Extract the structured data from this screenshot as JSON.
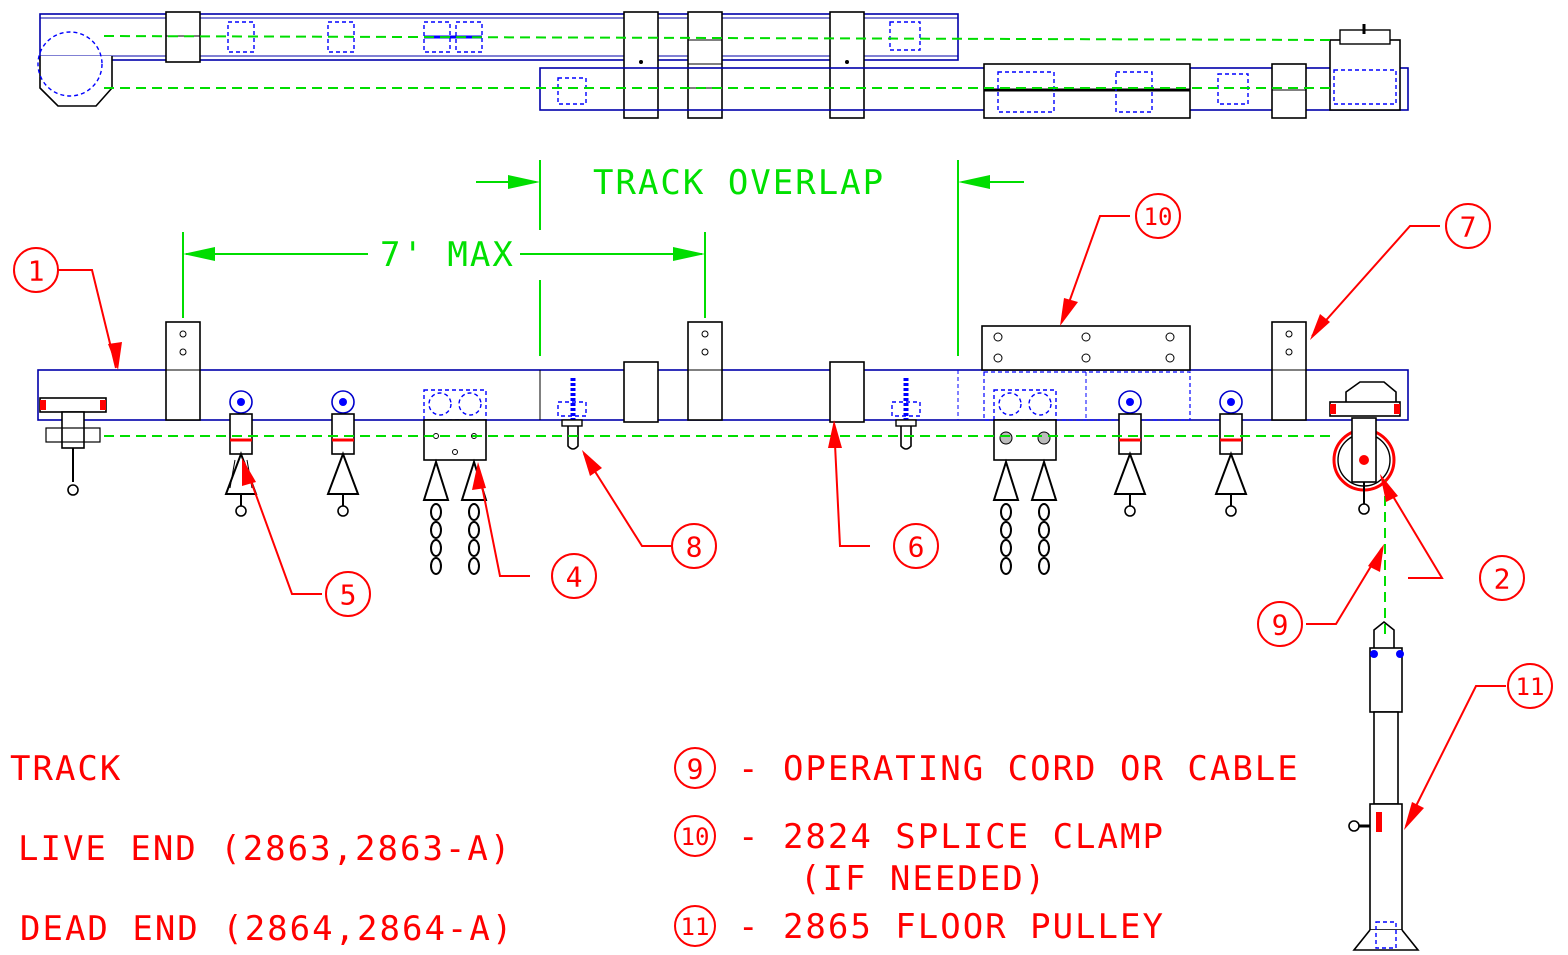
{
  "dimensions": {
    "track_overlap": "TRACK OVERLAP",
    "max_spacing": "7' MAX"
  },
  "callouts": [
    "1",
    "2",
    "4",
    "5",
    "6",
    "7",
    "8",
    "9",
    "10",
    "11"
  ],
  "legend": {
    "track": "TRACK",
    "live_end": "LIVE END (2863,2863-A)",
    "dead_end": "DEAD END (2864,2864-A)",
    "item9_num": "9",
    "item9": "- OPERATING CORD OR CABLE",
    "item10_num": "10",
    "item10": "- 2824 SPLICE CLAMP",
    "item10_sub": "(IF NEEDED)",
    "item11_num": "11",
    "item11": "- 2865 FLOOR PULLEY"
  },
  "colors": {
    "dimension": "#00dd00",
    "callout": "#ff0000",
    "hidden": "#0000ff",
    "outline": "#000000"
  }
}
